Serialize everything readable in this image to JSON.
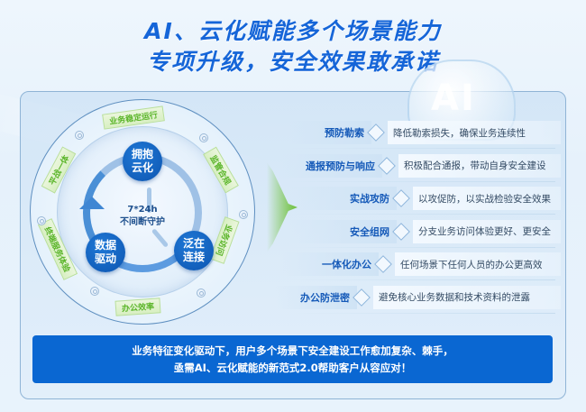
{
  "header": {
    "title_line1": "AI、云化赋能多个场景能力",
    "title_line2": "专项升级，安全效果敢承诺"
  },
  "decor": {
    "cloud_label": "AI"
  },
  "cycle": {
    "center_line1": "7*24h",
    "center_line2": "不间断守护",
    "nodes": [
      {
        "line1": "拥抱",
        "line2": "云化"
      },
      {
        "line1": "数据",
        "line2": "驱动"
      },
      {
        "line1": "泛在",
        "line2": "连接"
      }
    ],
    "ring_segments": [
      {
        "label": "业务稳定运行"
      },
      {
        "label": "监管合规"
      },
      {
        "label": "业务访问"
      },
      {
        "label": "办公效率"
      },
      {
        "label": "终端服务体验"
      },
      {
        "label": "平战一体"
      }
    ]
  },
  "scenarios": [
    {
      "key": "预防勒索",
      "value": "降低勒索损失，确保业务连续性"
    },
    {
      "key": "通报预防与响应",
      "value": "积极配合通报，带动自身安全建设"
    },
    {
      "key": "实战攻防",
      "value": "以攻促防，以实战检验安全效果"
    },
    {
      "key": "安全组网",
      "value": "分支业务访问体验更好、更安全"
    },
    {
      "key": "一体化办公",
      "value": "任何场景下任何人员的办公更高效"
    },
    {
      "key": "办公防泄密",
      "value": "避免核心业务数据和技术资料的泄露"
    }
  ],
  "banner": {
    "line1": "业务特征变化驱动下，用户多个场景下安全建设工作愈加复杂、棘手，",
    "line2": "亟需AI、云化赋能的新范式2.0帮助客户从容应对！"
  },
  "colors": {
    "title_blue": "#1565d8",
    "node_blue": "#0d55b0",
    "banner_blue": "#0a67d2",
    "segment_green": "#5bb52a",
    "arrow_green": "#67be2d"
  }
}
